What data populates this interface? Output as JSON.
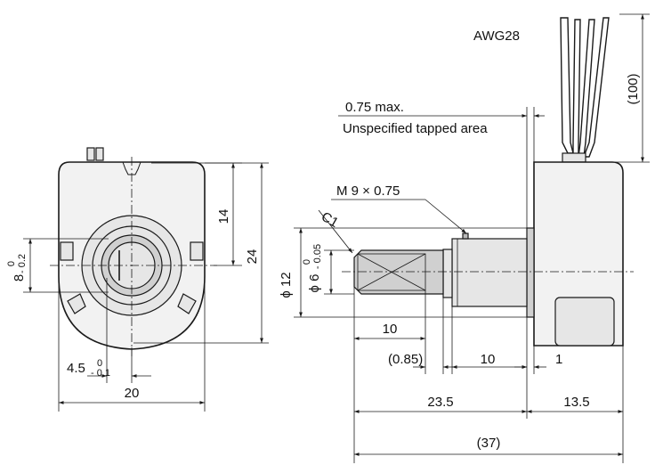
{
  "labels": {
    "wire_gauge": "AWG28",
    "lead_length": "(100)",
    "tap_depth": "0.75 max.",
    "tap_note": "Unspecified tapped area",
    "thread": "M 9 × 0.75",
    "chamfer": "C1",
    "dim_14": "14",
    "dim_24": "24",
    "dim_20": "20",
    "dim_8": "8",
    "dim_8_tol_upper": "0",
    "dim_8_tol_lower": "- 0.2",
    "dim_45": "4.5",
    "dim_45_tol_upper": "0",
    "dim_45_tol_lower": "- 0.1",
    "dim_phi12": "ϕ 12",
    "dim_phi6": "ϕ 6",
    "dim_phi6_tol_upper": "0",
    "dim_phi6_tol_lower": "- 0.05",
    "dim_10_shaft": "10",
    "dim_085": "(0.85)",
    "dim_10_bush": "10",
    "dim_1": "1",
    "dim_235": "23.5",
    "dim_135": "13.5",
    "dim_37": "(37)"
  },
  "colors": {
    "line": "#1a1a1a",
    "body_fill": "#f2f2f2",
    "part_fill": "#e6e6e6",
    "shaft_fill": "#d0d0d0",
    "background": "#ffffff"
  }
}
